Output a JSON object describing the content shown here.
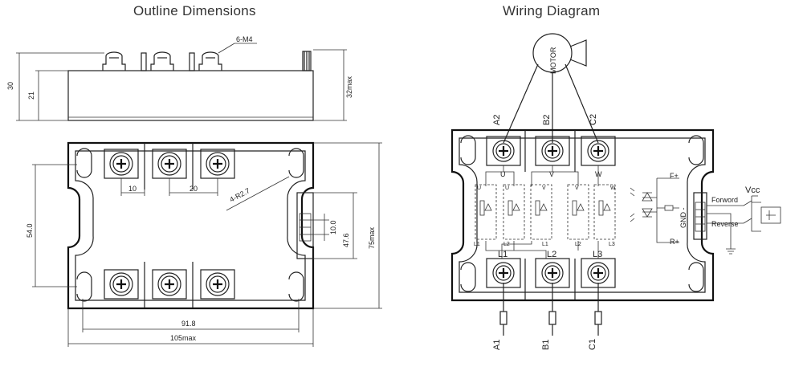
{
  "outline": {
    "title": "Outline Dimensions",
    "thread_label": "6-M4",
    "dim_30": "30",
    "dim_21": "21",
    "dim_32max": "32max",
    "dim_10": "10",
    "dim_20": "20",
    "radius_label": "4-R2.7",
    "dim_54": "54.0",
    "dim_10_0": "10.0",
    "dim_47_6": "47.6",
    "dim_75max": "75max",
    "dim_91_8": "91.8",
    "dim_105max": "105max"
  },
  "wiring": {
    "title": "Wiring Diagram",
    "motor": "MOTOR",
    "top_terminals": [
      "A2",
      "B2",
      "C2"
    ],
    "phase_labels": [
      "U",
      "V",
      "W"
    ],
    "bottom_terminals": [
      "L1",
      "L2",
      "L3"
    ],
    "inputs": [
      "A1",
      "B1",
      "C1"
    ],
    "f_plus": "F+",
    "r_plus": "R+",
    "gnd": "GND -",
    "forward": "Forword",
    "reverse": "Reverse",
    "vcc": "Vcc",
    "scr_top": [
      "U",
      "U",
      "V",
      "V",
      "W",
      ""
    ],
    "scr_bottom": [
      "L1",
      "L2",
      "L1",
      "L2",
      "L3",
      ""
    ]
  }
}
